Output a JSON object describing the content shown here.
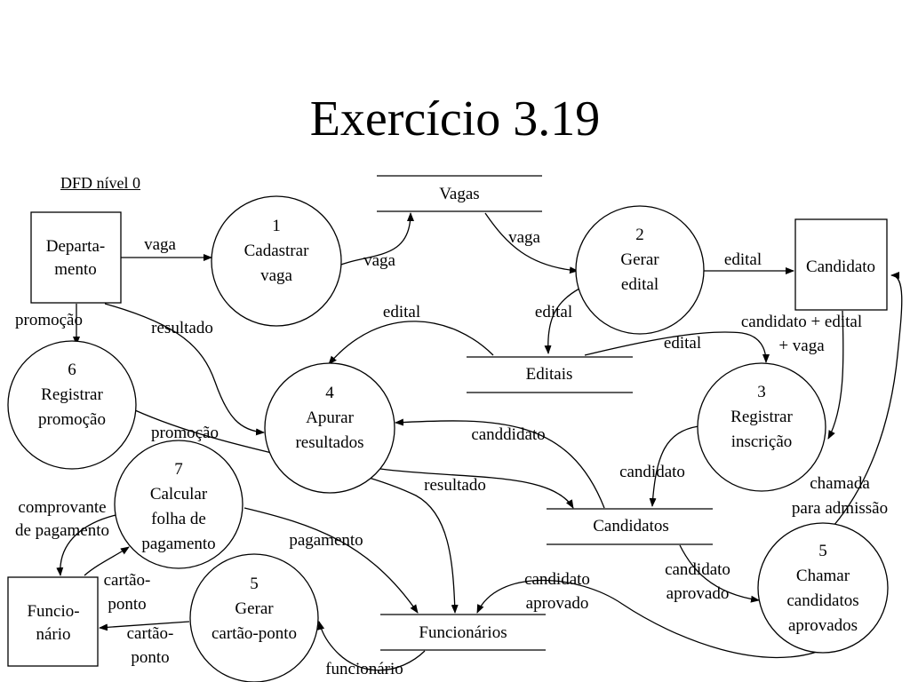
{
  "title": "Exercício 3.19",
  "level_label": "DFD nível 0",
  "externals": {
    "departamento": [
      "Departa-",
      "mento"
    ],
    "candidato": [
      "Candidato"
    ],
    "funcionario": [
      "Funcio-",
      "nário"
    ]
  },
  "processes": {
    "p1": [
      "1",
      "Cadastrar",
      "vaga"
    ],
    "p2": [
      "2",
      "Gerar",
      "edital"
    ],
    "p3": [
      "3",
      "Registrar",
      "inscrição"
    ],
    "p4": [
      "4",
      "Apurar",
      "resultados"
    ],
    "p5a": [
      "5",
      "Chamar",
      "candidatos",
      "aprovados"
    ],
    "p5b": [
      "5",
      "Gerar",
      "cartão-ponto"
    ],
    "p6": [
      "6",
      "Registrar",
      "promoção"
    ],
    "p7": [
      "7",
      "Calcular",
      "folha de",
      "pagamento"
    ]
  },
  "stores": {
    "vagas": "Vagas",
    "editais": "Editais",
    "candidatos": "Candidatos",
    "funcionarios": "Funcionários"
  },
  "flows": {
    "dep_vaga": "vaga",
    "p1_vaga": "vaga",
    "vagas_vaga": "vaga",
    "p2_edital": "edital",
    "p2_editais_edital": "edital",
    "editais_p4_edital": "edital",
    "editais_p3_edital": "edital",
    "cand_edital_vaga": [
      "candidato + edital",
      "+ vaga"
    ],
    "dep_promocao": "promoção",
    "dep_resultado": "resultado",
    "p6_promocao": "promoção",
    "candidatos_p4": "canddidato",
    "p4_resultado": "resultado",
    "p3_candidato": "candidato",
    "chamada": [
      "chamada",
      "para admissão"
    ],
    "comprovante": [
      "comprovante",
      "de pagamento"
    ],
    "pagamento": "pagamento",
    "cand_aprov_func": [
      "candidato",
      "aprovado"
    ],
    "cand_aprov_p5": [
      "candidato",
      "aprovado"
    ],
    "cartao_ponto_in": [
      "cartão-",
      "ponto"
    ],
    "cartao_ponto_out": [
      "cartão-",
      "ponto"
    ],
    "funcionario": "funcionário"
  }
}
